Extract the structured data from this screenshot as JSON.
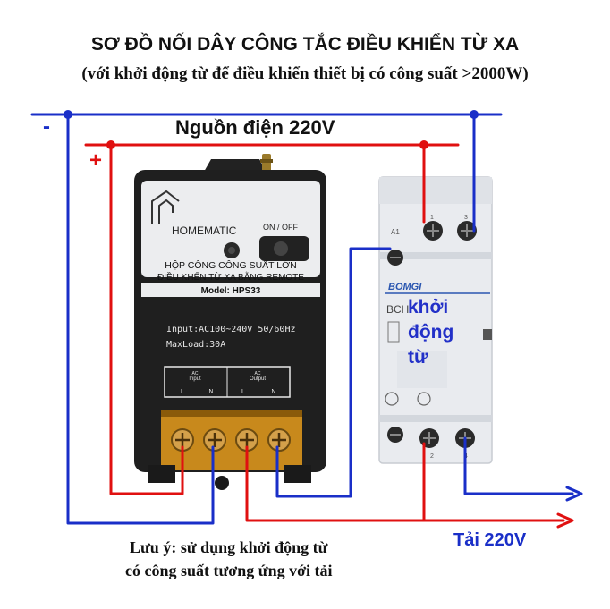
{
  "title": "SƠ ĐỒ NỐI DÂY CÔNG TẮC ĐIỀU KHIỂN TỪ XA",
  "subtitle": "(với khởi động từ để điều khiển thiết bị có công suất >2000W)",
  "power": {
    "label": "Nguồn điện 220V",
    "minus": "-",
    "plus": "+"
  },
  "load_label": "Tải 220V",
  "note": {
    "line1": "Lưu ý: sử dụng khởi động từ",
    "line2": "có công suất tương ứng với tải"
  },
  "remote_switch": {
    "brand": "HOMEMATIC",
    "power_button_label": "ON / OFF",
    "name_line1": "HỘP CÔNG CÔNG SUẤT LỚN",
    "name_line2": "ĐIỀU KHỂN TỪ XA BẰNG REMOTE",
    "model": "Model: HPS33",
    "input_spec": "Input:AC100~240V 50/60Hz",
    "max_load": "MaxLoad:30A",
    "terminal_input": "Input",
    "terminal_output": "Output",
    "terminal_ac": "AC",
    "terminal_l": "L",
    "terminal_n": "N"
  },
  "contactor": {
    "brand": "BOMGI",
    "model_prefix": "BCH",
    "name_line1": "khởi",
    "name_line2": "động",
    "name_line3": "từ",
    "coil_label": "A1",
    "terminal_1": "1",
    "terminal_3": "3",
    "terminal_2": "2",
    "terminal_4": "4"
  },
  "colors": {
    "neutral_wire": "#1a2fc8",
    "live_wire": "#e01010",
    "device_body": "#1f1f1f",
    "contactor_body": "#e9ebef"
  }
}
